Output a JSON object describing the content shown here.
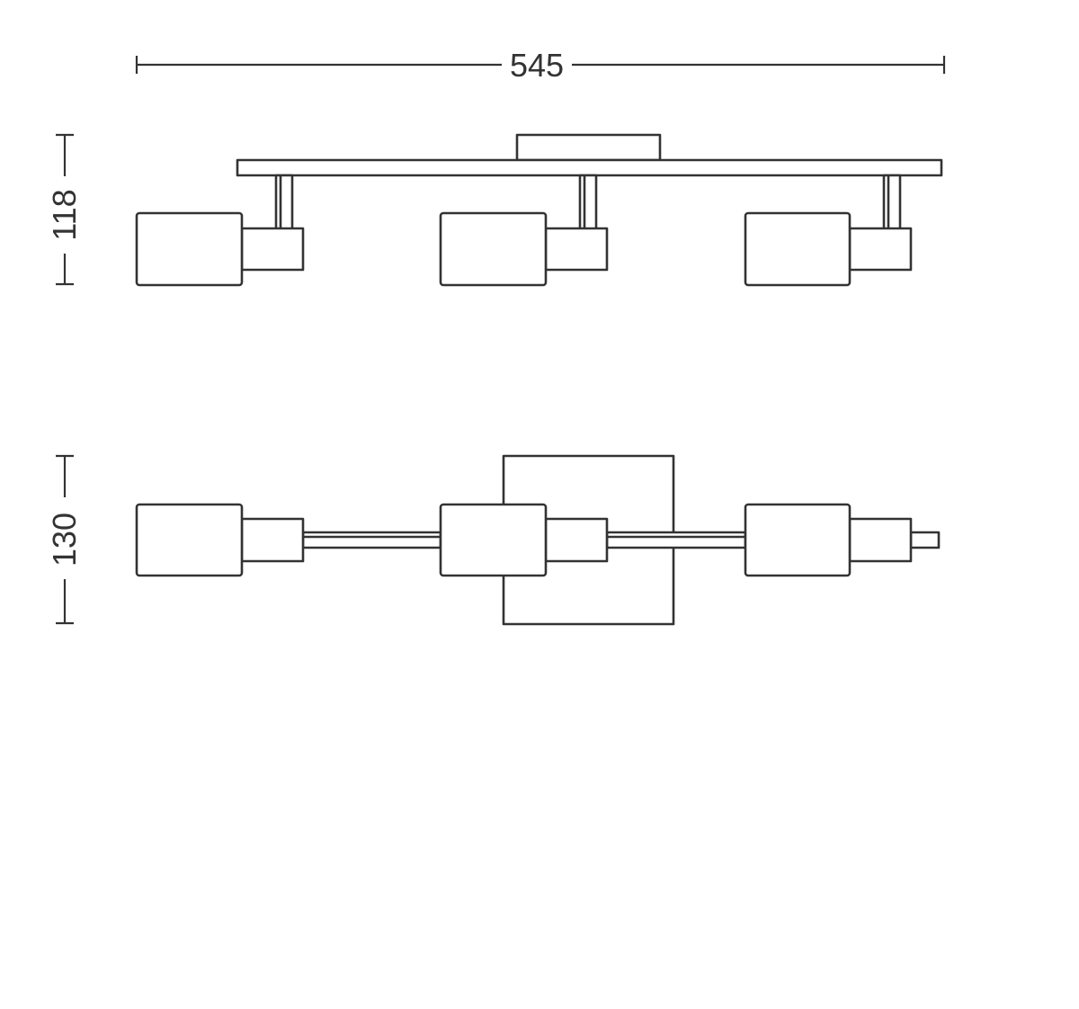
{
  "diagram": {
    "dimensions": {
      "width_value": "545",
      "height_side_value": "118",
      "height_top_value": "130"
    },
    "colors": {
      "line": "#333333",
      "background": "#ffffff"
    }
  }
}
